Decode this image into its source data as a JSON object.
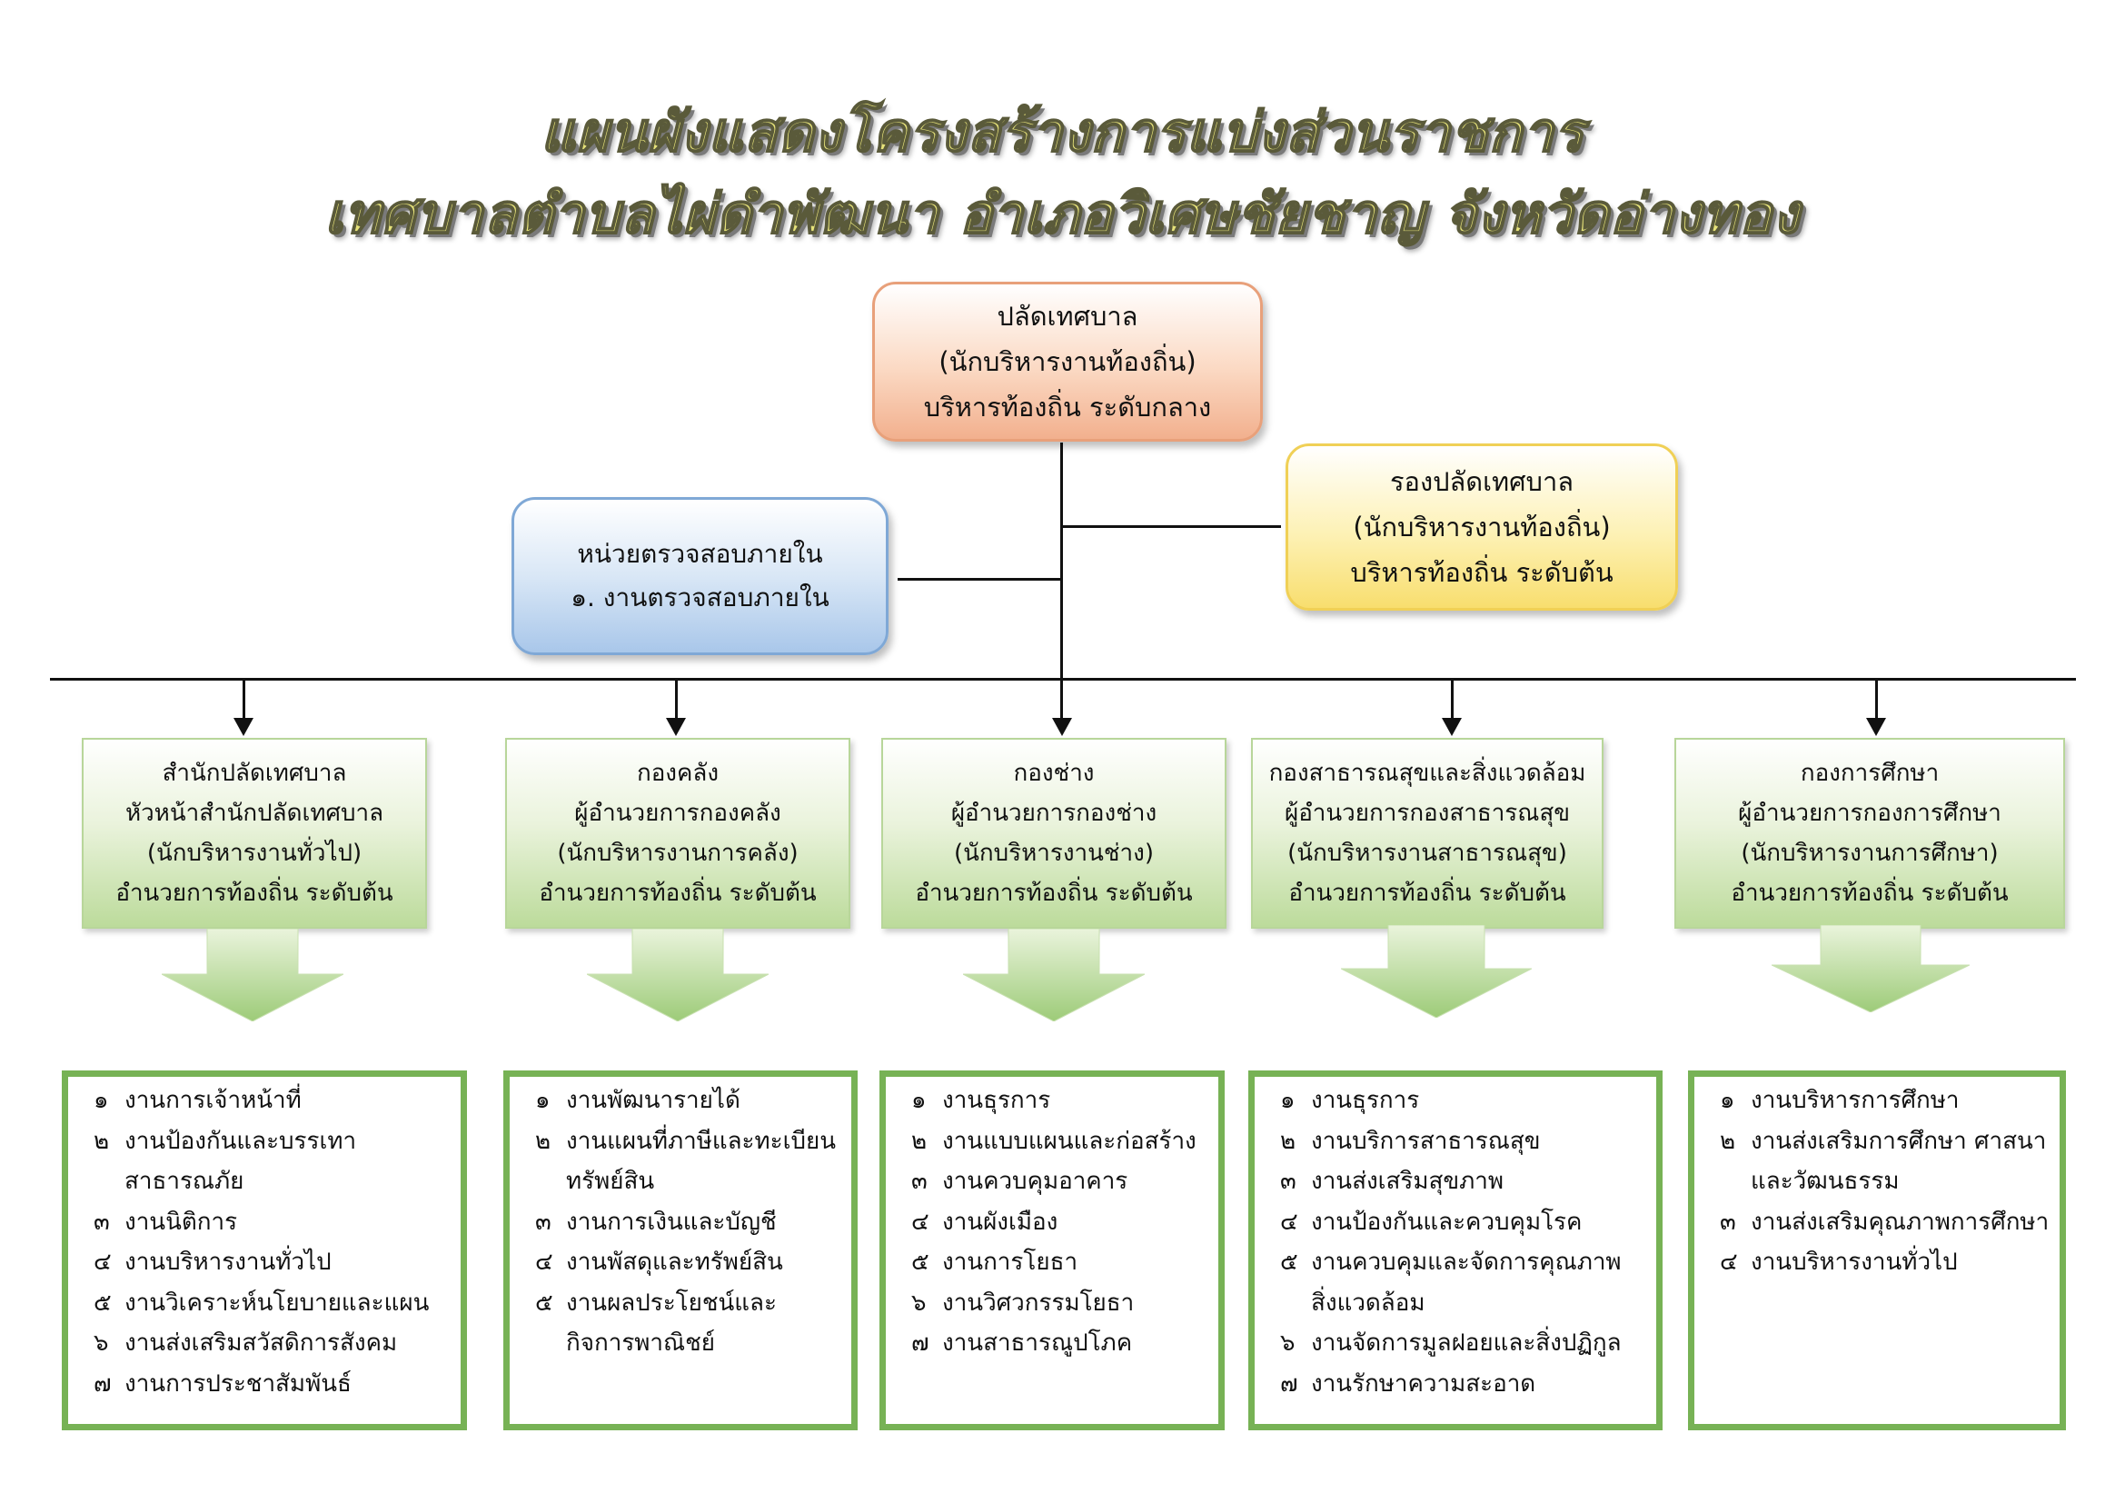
{
  "title": {
    "line1": "แผนผังแสดงโครงสร้างการแบ่งส่วนราชการ",
    "line2": "เทศบาลตำบลไผ่ดำพัฒนา อำเภอวิเศษชัยชาญ จังหวัดอ่างทอง"
  },
  "top": {
    "line1": "ปลัดเทศบาล",
    "line2": "(นักบริหารงานท้องถิ่น)",
    "line3": "บริหารท้องถิ่น ระดับกลาง"
  },
  "deputy": {
    "line1": "รองปลัดเทศบาล",
    "line2": "(นักบริหารงานท้องถิ่น)",
    "line3": "บริหารท้องถิ่น ระดับต้น"
  },
  "audit": {
    "line1": "หน่วยตรวจสอบภายใน",
    "line2": "๑. งานตรวจสอบภายใน"
  },
  "divisions": [
    {
      "lines": [
        "สำนักปลัดเทศบาล",
        "หัวหน้าสำนักปลัดเทศบาล",
        "(นักบริหารงานทั่วไป)",
        "อำนวยการท้องถิ่น ระดับต้น"
      ],
      "tasks": [
        {
          "num": "๑",
          "text": "งานการเจ้าหน้าที่"
        },
        {
          "num": "๒",
          "text": "งานป้องกันและบรรเทาสาธารณภัย"
        },
        {
          "num": "๓",
          "text": "งานนิติการ"
        },
        {
          "num": "๔",
          "text": "งานบริหารงานทั่วไป"
        },
        {
          "num": "๕",
          "text": "งานวิเคราะห์นโยบายและแผน"
        },
        {
          "num": "๖",
          "text": "งานส่งเสริมสวัสดิการสังคม"
        },
        {
          "num": "๗",
          "text": "งานการประชาสัมพันธ์"
        }
      ]
    },
    {
      "lines": [
        "กองคลัง",
        "ผู้อำนวยการกองคลัง",
        "(นักบริหารงานการคลัง)",
        "อำนวยการท้องถิ่น ระดับต้น"
      ],
      "tasks": [
        {
          "num": "๑",
          "text": "งานพัฒนารายได้"
        },
        {
          "num": "๒",
          "text": "งานแผนที่ภาษีและทะเบียนทรัพย์สิน"
        },
        {
          "num": "๓",
          "text": "งานการเงินและบัญชี"
        },
        {
          "num": "๔",
          "text": "งานพัสดุและทรัพย์สิน"
        },
        {
          "num": "๕",
          "text": "งานผลประโยชน์และกิจการพาณิชย์"
        }
      ]
    },
    {
      "lines": [
        "กองช่าง",
        "ผู้อำนวยการกองช่าง",
        "(นักบริหารงานช่าง)",
        "อำนวยการท้องถิ่น ระดับต้น"
      ],
      "tasks": [
        {
          "num": "๑",
          "text": "งานธุรการ"
        },
        {
          "num": "๒",
          "text": "งานแบบแผนและก่อสร้าง"
        },
        {
          "num": "๓",
          "text": "งานควบคุมอาคาร"
        },
        {
          "num": "๔",
          "text": "งานผังเมือง"
        },
        {
          "num": "๕",
          "text": "งานการโยธา"
        },
        {
          "num": "๖",
          "text": "งานวิศวกรรมโยธา"
        },
        {
          "num": "๗",
          "text": "งานสาธารณูปโภค"
        }
      ]
    },
    {
      "lines": [
        "กองสาธารณสุขและสิ่งแวดล้อม",
        "ผู้อำนวยการกองสาธารณสุข",
        "(นักบริหารงานสาธารณสุข)",
        "อำนวยการท้องถิ่น ระดับต้น"
      ],
      "tasks": [
        {
          "num": "๑",
          "text": "งานธุรการ"
        },
        {
          "num": "๒",
          "text": "งานบริการสาธารณสุข"
        },
        {
          "num": "๓",
          "text": "งานส่งเสริมสุขภาพ"
        },
        {
          "num": "๔",
          "text": "งานป้องกันและควบคุมโรค"
        },
        {
          "num": "๕",
          "text": "งานควบคุมและจัดการคุณภาพสิ่งแวดล้อม"
        },
        {
          "num": "๖",
          "text": "งานจัดการมูลฝอยและสิ่งปฏิกูล"
        },
        {
          "num": "๗",
          "text": "งานรักษาความสะอาด"
        }
      ]
    },
    {
      "lines": [
        "กองการศึกษา",
        "ผู้อำนวยการกองการศึกษา",
        "(นักบริหารงานการศึกษา)",
        "อำนวยการท้องถิ่น ระดับต้น"
      ],
      "tasks": [
        {
          "num": "๑",
          "text": "งานบริหารการศึกษา"
        },
        {
          "num": "๒",
          "text": "งานส่งเสริมการศึกษา ศาสนา และวัฒนธรรม"
        },
        {
          "num": "๓",
          "text": "งานส่งเสริมคุณภาพการศึกษา"
        },
        {
          "num": "๔",
          "text": "งานบริหารงานทั่วไป"
        }
      ]
    }
  ]
}
